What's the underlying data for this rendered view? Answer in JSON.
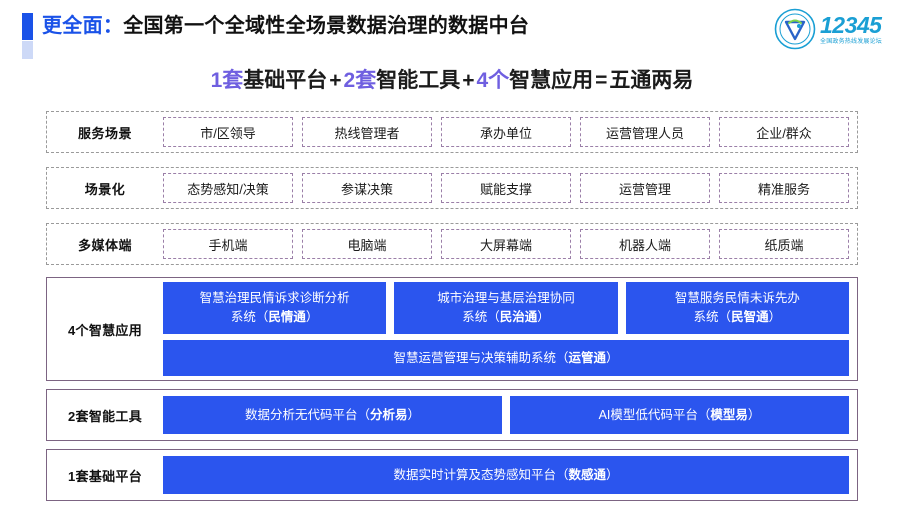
{
  "header": {
    "title_keyword": "更全面：",
    "title_rest": "全国第一个全域性全场景数据治理的数据中台",
    "accent_color": "#1a52e8",
    "logo": {
      "number": "12345",
      "subtitle": "全国政务热线发展论坛",
      "color": "#1a9fd4"
    }
  },
  "formula": {
    "p1_num": "1套",
    "p1_text": "基础平台",
    "op1": "+",
    "p2_num": "2套",
    "p2_text": "智能工具",
    "op2": "+",
    "p3_num": "4个",
    "p3_text": "智慧应用",
    "equals": "=",
    "result": "五通两易",
    "highlight_color": "#6f5fe0"
  },
  "rows": [
    {
      "label": "服务场景",
      "cells": [
        "市/区领导",
        "热线管理者",
        "承办单位",
        "运营管理人员",
        "企业/群众"
      ]
    },
    {
      "label": "场景化",
      "cells": [
        "态势感知/决策",
        "参谋决策",
        "赋能支撑",
        "运营管理",
        "精准服务"
      ]
    },
    {
      "label": "多媒体端",
      "cells": [
        "手机端",
        "电脑端",
        "大屏幕端",
        "机器人端",
        "纸质端"
      ]
    }
  ],
  "panels": {
    "apps": {
      "label": "4个智慧应用",
      "top_items": [
        {
          "line1": "智慧治理民情诉求诊断分析",
          "line2": "系统（",
          "tag": "民情通",
          "line3": "）"
        },
        {
          "line1": "城市治理与基层治理协同",
          "line2": "系统（",
          "tag": "民治通",
          "line3": "）"
        },
        {
          "line1": "智慧服务民情未诉先办",
          "line2": "系统（",
          "tag": "民智通",
          "line3": "）"
        }
      ],
      "bottom_item": {
        "line1": "智慧运营管理与决策辅助系统（",
        "tag": "运管通",
        "line3": "）"
      }
    },
    "tools": {
      "label": "2套智能工具",
      "items": [
        {
          "line1": "数据分析无代码平台（",
          "tag": "分析易",
          "line3": "）"
        },
        {
          "line1": "AI模型低代码平台（",
          "tag": "模型易",
          "line3": "）"
        }
      ]
    },
    "base": {
      "label": "1套基础平台",
      "items": [
        {
          "line1": "数据实时计算及态势感知平台（",
          "tag": "数感通",
          "line3": "）"
        }
      ]
    },
    "blue_color": "#2b55ee"
  }
}
